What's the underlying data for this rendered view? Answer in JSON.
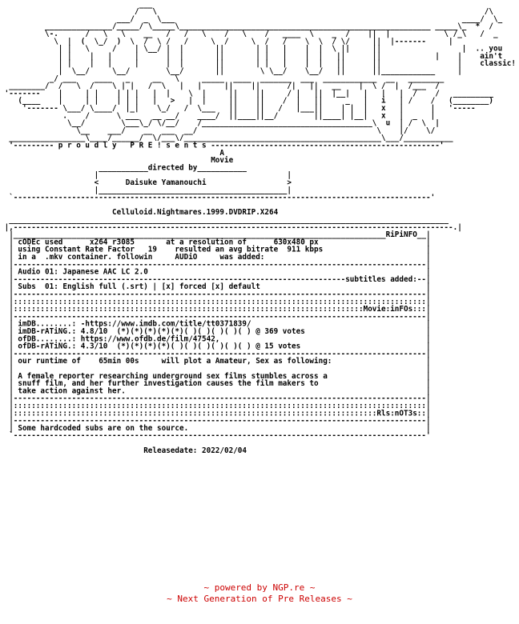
{
  "ascii_art": "                               ____\n                              /    \\                                                                                      /\\\n                           __/  __  \\__                                                                          _____/  \\__/|\n               ___________/____/  \\____\\_____________________________                  __________________________\\ _*_  \\\n               \\  ,-.   /    __    \\    /    \\  \\        __    / ,---.   \\               ||  ,----. \\      |    /_    \\\n                \\ |  |  |   |  |   |    |    |   \\      |  |  |  |    |   |            ||  |    | \\      |  \\/  \\/\n                 ||  |  |   |  |   |    |    |   |\\     |  |  |  |    |   |            ||  |    |  |     |     |\n                 ||  |__|   |__|   |____|    |___| \\____|__|__|  |____|   |___.--.     ||  |    |  |_____|_____|\n                 |`--' /`--'    `--'    `--.       `---'  /   `--'    |   |   |  |     ||  `--.-' /\n     ____________|_____/_____________________\\____________/_______________|___|__|_____||______/___|___________\n   ,'            ||                                                                                            `.\n   `-------------'|                                                                                              `------\n                   \\__________________________________________________________________________________________/",
  "art_lines": [
    "                               ___",
    "                              /   \\                                                                         /\\",
    "                          ___/  _  \\___                                                                ____/  \\_",
    "          _______________/_____/ \\_____\\________________________________________________________ _____\\_  *  /",
    "          \\-.      /   \\   \\    __   /   /   \\    /   \\    /   ____  \\    _  /    ||  |            \\ /_\\   /  _",
    "            \\  |  (  \\_/  )  \\  /  \\ /   /     \\  /     \\  /   /    \\  \\  / \\/     ||  |-------     |",
    "             | |   \\     /    | \\__/ |  |       ||       | |   |    |  |  \\ ||     ||                  |  .. you",
    "             | |    |   |     |      |  |       ||       | |   |    |  |   ||      ||            |    |    ain't",
    "             | |    |   |     |      |  |       ||       | |   |    |  |   ||      ||                 |    classic!",
    "             |  \\__/     \\__/        \\__/       ||        \\ \\__/    \\__/   ||      ||____________     |",
    "           _/ ___    ____   _     __   \\     _____  ____  _______  ___  ____________  __   ________",
    "  ________/  /   \\  /    \\ | |   /  \\   |   |     ||    ||      /|   ||   __    |  \\ /  |  /___  /",
    " '-------    |     | |    | | |   |  |    \\  |     ||    ||     / |   ||  |__|   |   |   |  /    /   _________",
    "    (____    |     | |    | | |   |   >   |  |     ||    ||    /  |   ||     _   |   i   | /    /   (________)",
    "     '------- \\___/ \\____/  |_|    \\_/   /  \\___   ||    ||   /   |___||    | |  |   x   |      |   '-----",
    "              .    /      \\ ___   __ __/    ____/  ||____||__/        ||____| |__|   x   |  _   |",
    "               \\__/        \\___\\_/ \\/__/    /______________________________________\\  u  | /  \\  |",
    "                 \\__    ___/    __  ___  __/                                        \\    |/    \\/",
    "  _________________\\____/______/  \\/___\\/____________________________________________\\___/___________",
    "  '--------- p r o u d l y   P R E ! s e n t s ---------------------------------------------------'"
  ],
  "credits": {
    "proudly": "p r o u d l y   P R E ! s e n t s",
    "a": "A",
    "movie": "Movie",
    "directed_by": "directed by",
    "director": "Daisuke Yamanouchi",
    "release_name": "Celluloid.Nightmares.1999.DVDRIP.X264"
  },
  "sections": {
    "ripinfo_header": "RiPiNFO",
    "codec_line1": "cODEc used      x264 r3085       at a resolution of      630x480 px",
    "codec_line2": "using Constant Rate Factor   19    resulted an avg bitrate  911 kbps",
    "codec_line3": "in a  .mkv container. followin     AUDiO     was added:",
    "audio_line": "Audio 01: Japanese AAC LC 2.0",
    "subtitles_header": "subtitles added:",
    "subs_line": "Subs  01: English full (.srt) | [x] forced [x] default",
    "movieinfo_header": "Movie:inFOs:",
    "imdb_label": "imDB........:",
    "imdb_url": "-https://www.imdb.com/title/tt0371839/",
    "imdb_rating_label": "imDB-rATiNG.:",
    "imdb_rating": "4.8/10  (*)(*)(*)(*)(*)( )( )( )( )( ) @ 369 votes",
    "ofdb_label": "ofDB........:",
    "ofdb_url": "https://www.ofdb.de/film/47542,",
    "ofdb_rating_label": "ofDB-rATiNG.:",
    "ofdb_rating": "4.3/10  (*)(*)(*)(*)( )( )( )( )( )( ) @ 15 votes",
    "runtime_line": "our runtime of    65min 00s     will plot a Amateur, Sex as following:",
    "plot": [
      "A female reporter researching underground sex films stumbles across a",
      "snuff film, and her further investigation causes the film makers to",
      "take action against her."
    ],
    "rlsnotes_header": "Rls:nOT3s",
    "notes": "Some hardcoded subs are on the source.",
    "releasedate": "Releasedate: 2022/02/04"
  },
  "footer": {
    "line1": "~ powered by NGP.re ~",
    "line2": "~ Next Generation of Pre Releases ~"
  },
  "colors": {
    "text": "#000000",
    "footer": "#cc0000",
    "background": "#ffffff"
  }
}
